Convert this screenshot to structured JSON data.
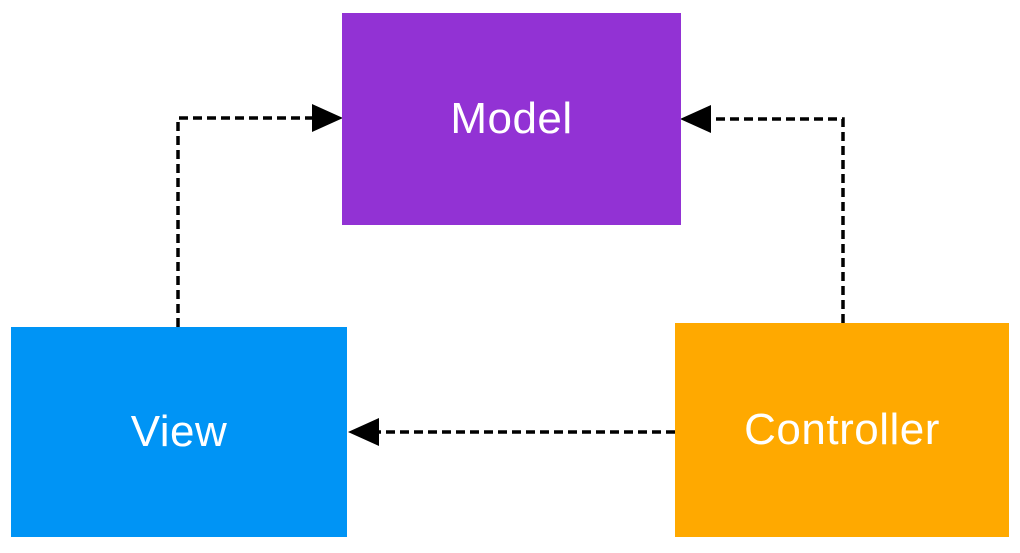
{
  "diagram": {
    "background": "#ffffff",
    "nodes": {
      "model": {
        "label": "Model",
        "fill": "#9232d4",
        "text_color": "#ffffff"
      },
      "view": {
        "label": "View",
        "fill": "#0094f5",
        "text_color": "#ffffff"
      },
      "controller": {
        "label": "Controller",
        "fill": "#ffa900",
        "text_color": "#ffffff"
      }
    },
    "edges": {
      "color": "#000000",
      "style": "dashed",
      "list": [
        {
          "from": "view",
          "to": "model"
        },
        {
          "from": "controller",
          "to": "model"
        },
        {
          "from": "controller",
          "to": "view"
        }
      ]
    }
  }
}
